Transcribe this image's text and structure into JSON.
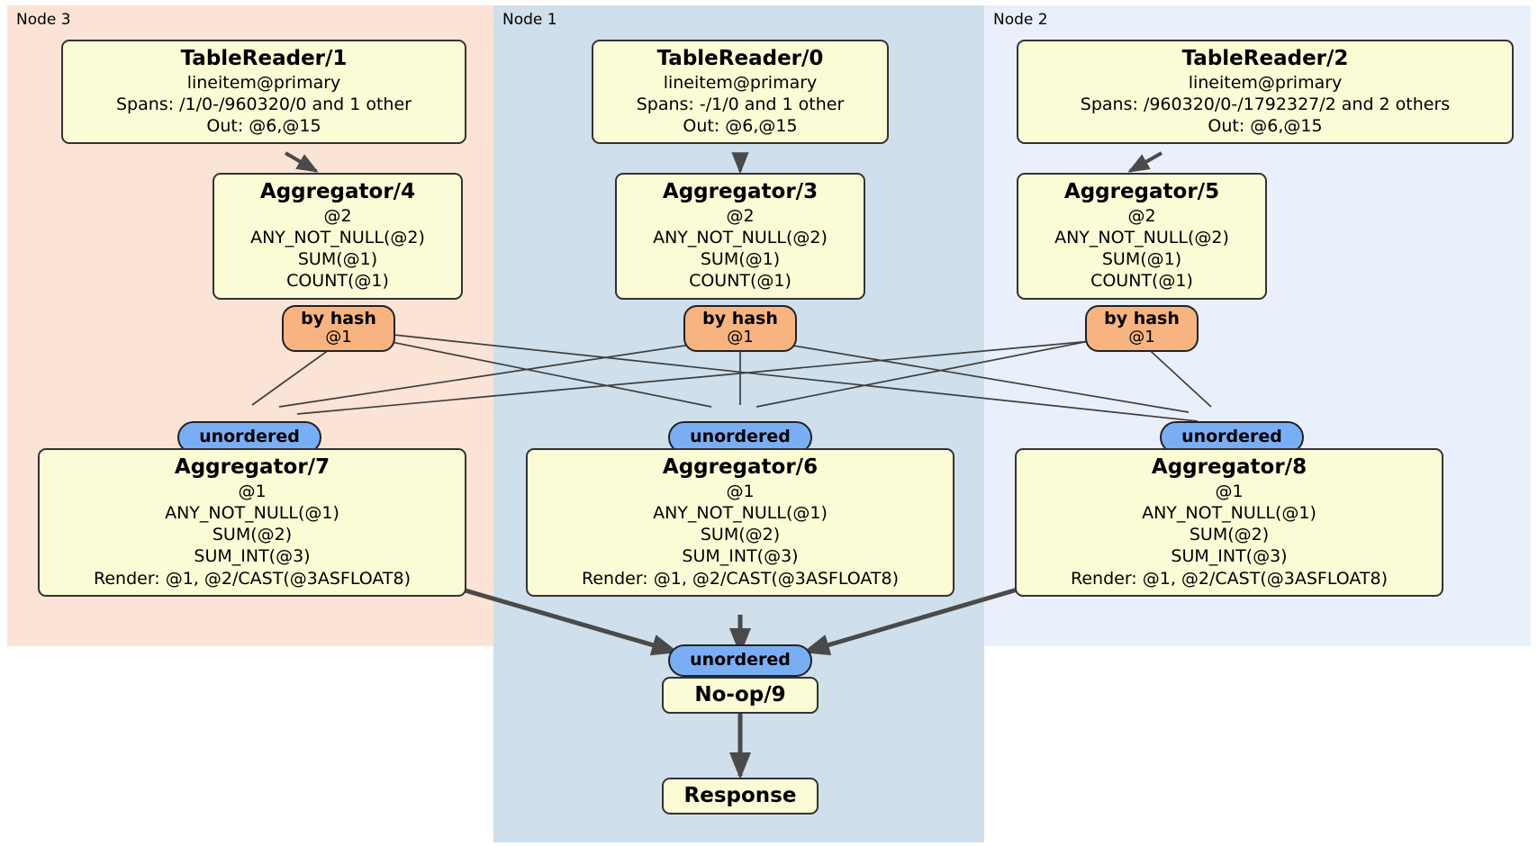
{
  "diagram": {
    "type": "distributed-query-plan",
    "colors": {
      "node3_panel": "#fbe3d5",
      "node1_panel": "#cfdfeb",
      "node2_panel": "#eaf0fb",
      "processor_box": "#fbfbd6",
      "hash_badge": "#f7b481",
      "unordered_badge": "#7aaef4",
      "edge": "#333333"
    }
  },
  "panels": [
    {
      "id": "node3",
      "label": "Node 3"
    },
    {
      "id": "node1",
      "label": "Node 1"
    },
    {
      "id": "node2",
      "label": "Node 2"
    }
  ],
  "processors": {
    "table_reader_1": {
      "title": "TableReader/1",
      "lines": [
        "lineitem@primary",
        "Spans: /1/0-/960320/0 and 1 other",
        "Out: @6,@15"
      ]
    },
    "table_reader_0": {
      "title": "TableReader/0",
      "lines": [
        "lineitem@primary",
        "Spans: -/1/0 and 1 other",
        "Out: @6,@15"
      ]
    },
    "table_reader_2": {
      "title": "TableReader/2",
      "lines": [
        "lineitem@primary",
        "Spans: /960320/0-/1792327/2 and 2 others",
        "Out: @6,@15"
      ]
    },
    "aggregator_4": {
      "title": "Aggregator/4",
      "lines": [
        "@2",
        "ANY_NOT_NULL(@2)",
        "SUM(@1)",
        "COUNT(@1)"
      ]
    },
    "aggregator_3": {
      "title": "Aggregator/3",
      "lines": [
        "@2",
        "ANY_NOT_NULL(@2)",
        "SUM(@1)",
        "COUNT(@1)"
      ]
    },
    "aggregator_5": {
      "title": "Aggregator/5",
      "lines": [
        "@2",
        "ANY_NOT_NULL(@2)",
        "SUM(@1)",
        "COUNT(@1)"
      ]
    },
    "aggregator_7": {
      "title": "Aggregator/7",
      "lines": [
        "@1",
        "ANY_NOT_NULL(@1)",
        "SUM(@2)",
        "SUM_INT(@3)",
        "Render: @1, @2/CAST(@3ASFLOAT8)"
      ]
    },
    "aggregator_6": {
      "title": "Aggregator/6",
      "lines": [
        "@1",
        "ANY_NOT_NULL(@1)",
        "SUM(@2)",
        "SUM_INT(@3)",
        "Render: @1, @2/CAST(@3ASFLOAT8)"
      ]
    },
    "aggregator_8": {
      "title": "Aggregator/8",
      "lines": [
        "@1",
        "ANY_NOT_NULL(@1)",
        "SUM(@2)",
        "SUM_INT(@3)",
        "Render: @1, @2/CAST(@3ASFLOAT8)"
      ]
    },
    "no_op_9": {
      "title": "No-op/9"
    },
    "response": {
      "title": "Response"
    }
  },
  "badges": {
    "hash_left": {
      "title": "by hash",
      "sub": "@1"
    },
    "hash_center": {
      "title": "by hash",
      "sub": "@1"
    },
    "hash_right": {
      "title": "by hash",
      "sub": "@1"
    },
    "unordered_left": {
      "label": "unordered"
    },
    "unordered_center": {
      "label": "unordered"
    },
    "unordered_right": {
      "label": "unordered"
    },
    "unordered_final": {
      "label": "unordered"
    }
  }
}
